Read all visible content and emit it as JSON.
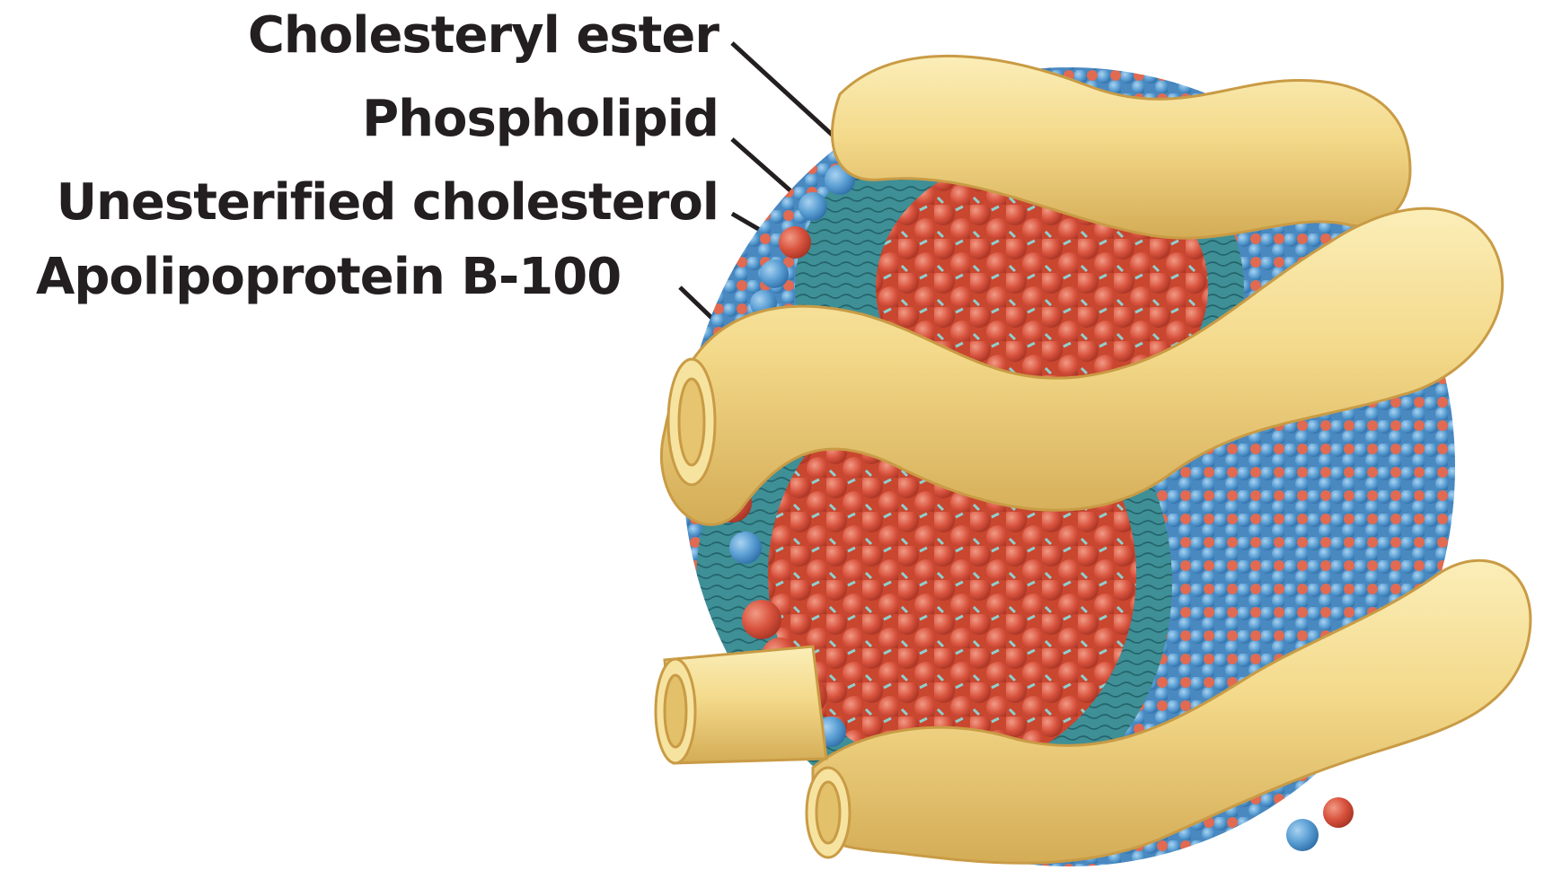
{
  "labels": {
    "cholesteryl_ester": "Cholesteryl ester",
    "phospholipid": "Phospholipid",
    "unesterified_cholesterol": "Unesterified cholesterol",
    "apolipoprotein": "Apolipoprotein B-100"
  },
  "colors": {
    "label_text": "#231f20",
    "leader_line": "#231f20",
    "apoprotein_band": "#f3d98a",
    "apoprotein_shadow": "#d9b660",
    "cholesteryl_ester_sphere": "#d9543f",
    "phospholipid_head": "#5b9fd4",
    "phospholipid_tail_layer": "#3f8f96",
    "unesterified_cholesterol": "#d9543f"
  }
}
